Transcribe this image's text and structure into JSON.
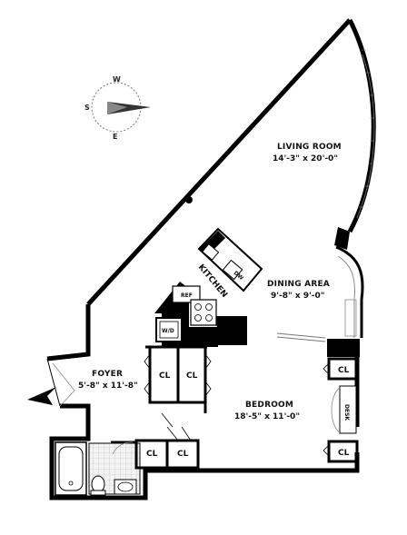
{
  "compass": {
    "west": "W",
    "south": "S",
    "east": "E",
    "north_icon": "compass-needle"
  },
  "rooms": {
    "living_room": {
      "name": "LIVING ROOM",
      "dims": "14'-3\" x 20'-0\""
    },
    "dining_area": {
      "name": "DINING AREA",
      "dims": "9'-8\" x 9'-0\""
    },
    "kitchen": {
      "name": "KITCHEN"
    },
    "foyer": {
      "name": "FOYER",
      "dims": "5'-8\" x 11'-8\""
    },
    "bedroom": {
      "name": "BEDROOM",
      "dims": "18'-5\" x 11'-0\""
    }
  },
  "fixtures": {
    "dishwasher": "DW",
    "refrigerator": "REF",
    "washer_dryer": "W/D",
    "desk": "DESK"
  },
  "closets": {
    "foyer_left": "CL",
    "foyer_right": "CL",
    "bedroom_top": "CL",
    "bedroom_bottom": "CL",
    "bath_left": "CL",
    "bath_right": "CL"
  },
  "colors": {
    "wall": "#000000",
    "background": "#ffffff",
    "light_fill": "#d8d8d8",
    "tile": "#cccccc"
  }
}
